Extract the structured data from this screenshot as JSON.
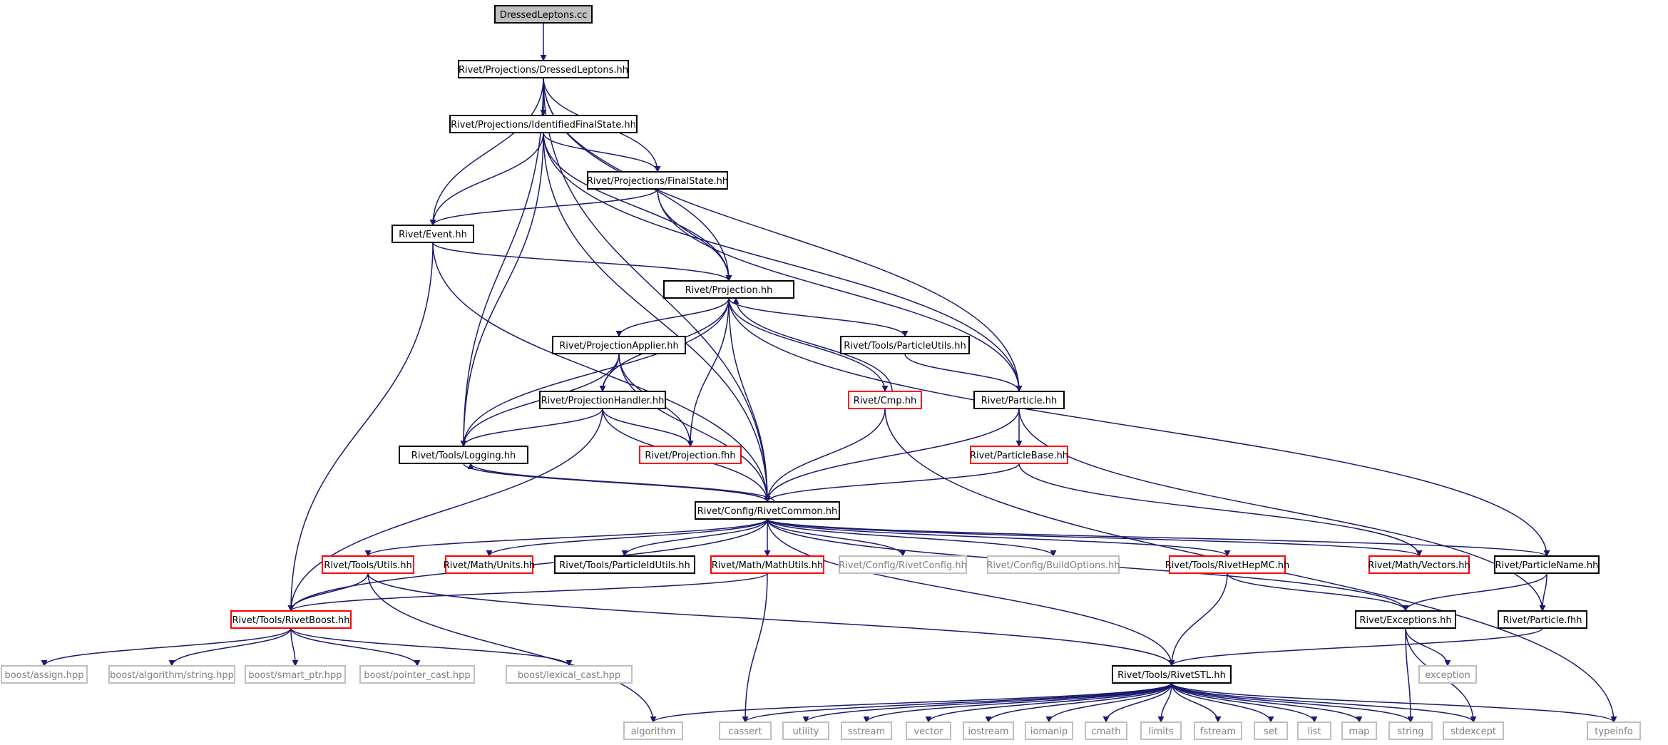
{
  "graph": {
    "nodes": [
      {
        "id": "root",
        "label": "DressedLeptons.cc",
        "style": "root"
      },
      {
        "id": "dressed",
        "label": "Rivet/Projections/DressedLeptons.hh",
        "style": "black"
      },
      {
        "id": "ifs",
        "label": "Rivet/Projections/IdentifiedFinalState.hh",
        "style": "black"
      },
      {
        "id": "fs",
        "label": "Rivet/Projections/FinalState.hh",
        "style": "black"
      },
      {
        "id": "event",
        "label": "Rivet/Event.hh",
        "style": "black"
      },
      {
        "id": "proj",
        "label": "Rivet/Projection.hh",
        "style": "black"
      },
      {
        "id": "papplier",
        "label": "Rivet/ProjectionApplier.hh",
        "style": "black"
      },
      {
        "id": "putils",
        "label": "Rivet/Tools/ParticleUtils.hh",
        "style": "black"
      },
      {
        "id": "phandler",
        "label": "Rivet/ProjectionHandler.hh",
        "style": "black"
      },
      {
        "id": "cmp",
        "label": "Rivet/Cmp.hh",
        "style": "red"
      },
      {
        "id": "particle",
        "label": "Rivet/Particle.hh",
        "style": "black"
      },
      {
        "id": "logging",
        "label": "Rivet/Tools/Logging.hh",
        "style": "black"
      },
      {
        "id": "projfhh",
        "label": "Rivet/Projection.fhh",
        "style": "red"
      },
      {
        "id": "pbase",
        "label": "Rivet/ParticleBase.hh",
        "style": "red"
      },
      {
        "id": "common",
        "label": "Rivet/Config/RivetCommon.hh",
        "style": "black"
      },
      {
        "id": "utils",
        "label": "Rivet/Tools/Utils.hh",
        "style": "red"
      },
      {
        "id": "units",
        "label": "Rivet/Math/Units.hh",
        "style": "red"
      },
      {
        "id": "pidutils",
        "label": "Rivet/Tools/ParticleIdUtils.hh",
        "style": "black"
      },
      {
        "id": "mathutils",
        "label": "Rivet/Math/MathUtils.hh",
        "style": "red"
      },
      {
        "id": "rconfig",
        "label": "Rivet/Config/RivetConfig.hh",
        "style": "gray"
      },
      {
        "id": "buildopt",
        "label": "Rivet/Config/BuildOptions.hh",
        "style": "gray"
      },
      {
        "id": "hepmc",
        "label": "Rivet/Tools/RivetHepMC.hh",
        "style": "red"
      },
      {
        "id": "vectors",
        "label": "Rivet/Math/Vectors.hh",
        "style": "red"
      },
      {
        "id": "pname",
        "label": "Rivet/ParticleName.hh",
        "style": "black"
      },
      {
        "id": "boost",
        "label": "Rivet/Tools/RivetBoost.hh",
        "style": "red"
      },
      {
        "id": "exceptions",
        "label": "Rivet/Exceptions.hh",
        "style": "black"
      },
      {
        "id": "pfhh",
        "label": "Rivet/Particle.fhh",
        "style": "black"
      },
      {
        "id": "b_assign",
        "label": "boost/assign.hpp",
        "style": "gray"
      },
      {
        "id": "b_string",
        "label": "boost/algorithm/string.hpp",
        "style": "gray"
      },
      {
        "id": "b_smart",
        "label": "boost/smart_ptr.hpp",
        "style": "gray"
      },
      {
        "id": "b_pcast",
        "label": "boost/pointer_cast.hpp",
        "style": "gray"
      },
      {
        "id": "b_lcast",
        "label": "boost/lexical_cast.hpp",
        "style": "gray"
      },
      {
        "id": "stl",
        "label": "Rivet/Tools/RivetSTL.hh",
        "style": "black"
      },
      {
        "id": "exception",
        "label": "exception",
        "style": "gray"
      },
      {
        "id": "algorithm",
        "label": "algorithm",
        "style": "gray"
      },
      {
        "id": "cassert",
        "label": "cassert",
        "style": "gray"
      },
      {
        "id": "utility",
        "label": "utility",
        "style": "gray"
      },
      {
        "id": "sstream",
        "label": "sstream",
        "style": "gray"
      },
      {
        "id": "vector",
        "label": "vector",
        "style": "gray"
      },
      {
        "id": "iostream",
        "label": "iostream",
        "style": "gray"
      },
      {
        "id": "iomanip",
        "label": "iomanip",
        "style": "gray"
      },
      {
        "id": "cmath",
        "label": "cmath",
        "style": "gray"
      },
      {
        "id": "limits",
        "label": "limits",
        "style": "gray"
      },
      {
        "id": "fstream",
        "label": "fstream",
        "style": "gray"
      },
      {
        "id": "set",
        "label": "set",
        "style": "gray"
      },
      {
        "id": "list",
        "label": "list",
        "style": "gray"
      },
      {
        "id": "map",
        "label": "map",
        "style": "gray"
      },
      {
        "id": "string",
        "label": "string",
        "style": "gray"
      },
      {
        "id": "stdexcept",
        "label": "stdexcept",
        "style": "gray"
      },
      {
        "id": "typeinfo",
        "label": "typeinfo",
        "style": "gray"
      }
    ],
    "edges": [
      [
        "root",
        "dressed"
      ],
      [
        "dressed",
        "ifs"
      ],
      [
        "dressed",
        "fs"
      ],
      [
        "dressed",
        "event"
      ],
      [
        "dressed",
        "proj"
      ],
      [
        "dressed",
        "particle"
      ],
      [
        "dressed",
        "logging"
      ],
      [
        "dressed",
        "common"
      ],
      [
        "ifs",
        "fs"
      ],
      [
        "ifs",
        "event"
      ],
      [
        "ifs",
        "proj"
      ],
      [
        "ifs",
        "particle"
      ],
      [
        "ifs",
        "logging"
      ],
      [
        "ifs",
        "common"
      ],
      [
        "fs",
        "event"
      ],
      [
        "fs",
        "proj"
      ],
      [
        "fs",
        "particle"
      ],
      [
        "event",
        "proj"
      ],
      [
        "event",
        "common"
      ],
      [
        "event",
        "boost"
      ],
      [
        "proj",
        "papplier"
      ],
      [
        "proj",
        "putils"
      ],
      [
        "proj",
        "phandler"
      ],
      [
        "proj",
        "cmp"
      ],
      [
        "proj",
        "logging"
      ],
      [
        "proj",
        "projfhh"
      ],
      [
        "proj",
        "common"
      ],
      [
        "proj",
        "pname"
      ],
      [
        "papplier",
        "phandler"
      ],
      [
        "papplier",
        "logging"
      ],
      [
        "papplier",
        "projfhh"
      ],
      [
        "papplier",
        "common"
      ],
      [
        "putils",
        "particle"
      ],
      [
        "phandler",
        "logging"
      ],
      [
        "phandler",
        "projfhh"
      ],
      [
        "phandler",
        "common"
      ],
      [
        "phandler",
        "boost"
      ],
      [
        "cmp",
        "proj"
      ],
      [
        "cmp",
        "common"
      ],
      [
        "cmp",
        "typeinfo"
      ],
      [
        "particle",
        "pbase"
      ],
      [
        "particle",
        "common"
      ],
      [
        "particle",
        "pfhh"
      ],
      [
        "logging",
        "common"
      ],
      [
        "pbase",
        "common"
      ],
      [
        "pbase",
        "vectors"
      ],
      [
        "common",
        "logging"
      ],
      [
        "common",
        "utils"
      ],
      [
        "common",
        "units"
      ],
      [
        "common",
        "pidutils"
      ],
      [
        "common",
        "mathutils"
      ],
      [
        "common",
        "rconfig"
      ],
      [
        "common",
        "buildopt"
      ],
      [
        "common",
        "hepmc"
      ],
      [
        "common",
        "vectors"
      ],
      [
        "common",
        "pname"
      ],
      [
        "common",
        "boost"
      ],
      [
        "common",
        "exceptions"
      ],
      [
        "common",
        "stl"
      ],
      [
        "utils",
        "boost"
      ],
      [
        "utils",
        "stl"
      ],
      [
        "utils",
        "algorithm"
      ],
      [
        "mathutils",
        "boost"
      ],
      [
        "mathutils",
        "cassert"
      ],
      [
        "hepmc",
        "exceptions"
      ],
      [
        "hepmc",
        "stl"
      ],
      [
        "pname",
        "exceptions"
      ],
      [
        "pname",
        "pfhh"
      ],
      [
        "boost",
        "b_assign"
      ],
      [
        "boost",
        "b_string"
      ],
      [
        "boost",
        "b_smart"
      ],
      [
        "boost",
        "b_pcast"
      ],
      [
        "boost",
        "b_lcast"
      ],
      [
        "exceptions",
        "exception"
      ],
      [
        "exceptions",
        "string"
      ],
      [
        "exceptions",
        "stdexcept"
      ],
      [
        "pfhh",
        "stl"
      ],
      [
        "stl",
        "algorithm"
      ],
      [
        "stl",
        "cassert"
      ],
      [
        "stl",
        "utility"
      ],
      [
        "stl",
        "sstream"
      ],
      [
        "stl",
        "vector"
      ],
      [
        "stl",
        "iostream"
      ],
      [
        "stl",
        "iomanip"
      ],
      [
        "stl",
        "cmath"
      ],
      [
        "stl",
        "limits"
      ],
      [
        "stl",
        "fstream"
      ],
      [
        "stl",
        "set"
      ],
      [
        "stl",
        "list"
      ],
      [
        "stl",
        "map"
      ],
      [
        "stl",
        "string"
      ],
      [
        "stl",
        "stdexcept"
      ],
      [
        "stl",
        "typeinfo"
      ]
    ]
  },
  "colors": {
    "edge": "#191970",
    "black_border": "#000000",
    "red_border": "#ff0000",
    "gray_border": "#bfbfbf",
    "root_fill": "#bfbfbf",
    "text": "#000000",
    "gray_text": "#7f7f7f"
  }
}
